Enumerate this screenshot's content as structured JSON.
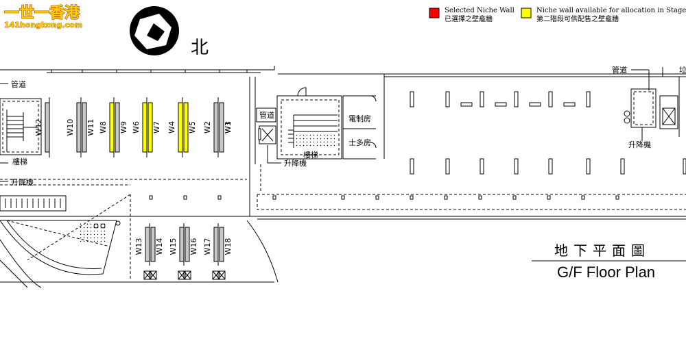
{
  "watermark": {
    "name": "一世一香港",
    "site": "141hongkong.com"
  },
  "legend": {
    "selected": {
      "label_en": "Selected Niche Wall",
      "label_zh": "已選擇之壁龕牆",
      "color": "#ff0000"
    },
    "available": {
      "label_en": "Niche wall available for allocation in Stage II",
      "label_zh": "第二階段可供配售之壁龕牆",
      "color": "#ffff00"
    }
  },
  "north_label": "北",
  "labels": {
    "pipe_left": "管道",
    "stairs_left": "樓梯",
    "lift_left": "升降機",
    "pipe_mid": "管道",
    "stairs_mid": "樓梯",
    "lift_mid": "升降機",
    "electric_room": "電制房",
    "staff_room": "士多房",
    "pipe_right": "管道",
    "lift_right": "升降機",
    "cut_right": "垃"
  },
  "walls_upper": [
    {
      "id": "W12",
      "status": "normal"
    },
    {
      "id": "W11",
      "status": "normal"
    },
    {
      "id": "W10",
      "status": "normal"
    },
    {
      "id": "W9",
      "status": "normal"
    },
    {
      "id": "W8",
      "status": "available"
    },
    {
      "id": "W7",
      "status": "available"
    },
    {
      "id": "W6",
      "status": "available"
    },
    {
      "id": "W5",
      "status": "available"
    },
    {
      "id": "W4",
      "status": "available"
    },
    {
      "id": "W3",
      "status": "normal"
    },
    {
      "id": "W2",
      "status": "normal"
    },
    {
      "id": "W1",
      "status": "normal"
    }
  ],
  "walls_lower": [
    {
      "id": "W13",
      "status": "normal"
    },
    {
      "id": "W14",
      "status": "normal"
    },
    {
      "id": "W15",
      "status": "normal"
    },
    {
      "id": "W16",
      "status": "normal"
    },
    {
      "id": "W17",
      "status": "normal"
    },
    {
      "id": "W18",
      "status": "normal"
    }
  ],
  "title": {
    "zh": "地下平面圖",
    "en": "G/F Floor Plan"
  },
  "colors": {
    "normal_wall": "#c8c8c8",
    "available_wall": "#ffff00",
    "selected_wall": "#ff0000"
  }
}
